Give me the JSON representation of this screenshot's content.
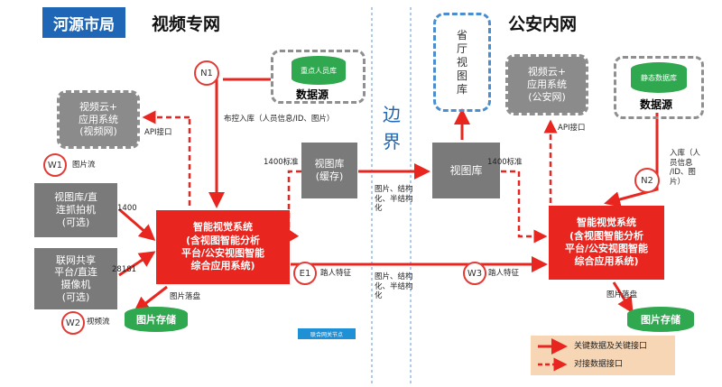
{
  "header": {
    "city": "河源市局",
    "left_zone": "视频专网",
    "right_zone": "公安内网",
    "border": "边界"
  },
  "nodes": {
    "video_cloud_left": "视频云+\n应用系统\n(视频网)",
    "key_person_db": "重点人员库",
    "datasource_left": "数据源",
    "view_lib_cache": "视图库\n(缓存)",
    "capture_cam": "视图库/直\n连抓拍机\n(可选)",
    "sharing_platform": "联网共享\n平台/直连\n摄像机\n(可选)",
    "smart_left": "智能视觉系统\n(含视图智能分析\n平台/公安视图智能\n综合应用系统)",
    "img_store_left": "图片存储",
    "prov_view_lib": "省\n厅\n视\n图\n库",
    "video_cloud_right": "视频云+\n应用系统\n(公安网)",
    "static_db": "静态数据库",
    "datasource_right": "数据源",
    "view_lib_right": "视图库",
    "smart_right": "智能视觉系统\n(含视图智能分析\n平台/公安视图智能\n综合应用系统)",
    "img_store_right": "图片存储",
    "gateway_node": "联合网关节点"
  },
  "markers": {
    "N1": "N1",
    "N2": "N2",
    "W1": "W1",
    "W2": "W2",
    "W3": "W3",
    "E1": "E1"
  },
  "labels": {
    "control_ingest": "布控入库（人员信息/ID、图片）",
    "api_left": "API接口",
    "img_flow": "图片流",
    "std1400_left": "1400标准",
    "std1400_right": "1400标准",
    "struct_top": "图片、结构\n化、半结构\n化",
    "struct_bottom": "图片、结构\n化、半结构\n化",
    "port_1400": "1400",
    "port_28181": "28181",
    "video_flow": "视频流",
    "img_drop_left": "图片落盘",
    "feature_e1": "踏人特征",
    "feature_w3": "踏人特征",
    "api_right": "API接口",
    "ingest_right": "入库（人\n员信息\n/ID、图\n片）",
    "img_drop_right": "图片落盘"
  },
  "legend": {
    "solid": "关键数据及关键接口",
    "dashed": "对接数据接口"
  },
  "colors": {
    "red": "#e8261f",
    "gray": "#7a7a7a",
    "blue": "#1f66b6",
    "green": "#2fa84f",
    "legend_bg": "#f7d6b5"
  }
}
